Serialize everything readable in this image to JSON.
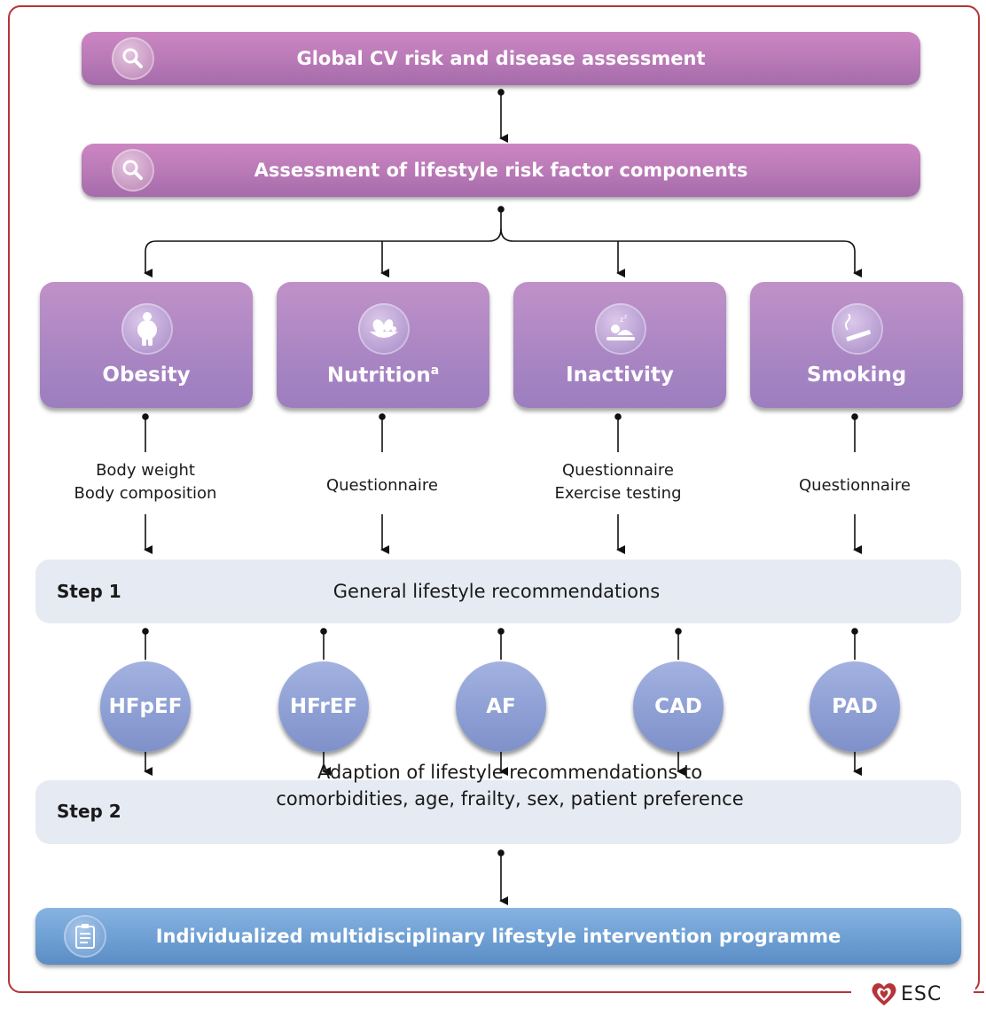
{
  "top": {
    "global_assessment": "Global CV risk and disease assessment",
    "lifestyle_assessment": "Assessment of lifestyle risk factor components",
    "search_icon": "search-icon"
  },
  "factors": [
    {
      "label": "Obesity",
      "icon": "obesity-icon"
    },
    {
      "label": "Nutrition",
      "sup": "a",
      "icon": "nutrition-icon"
    },
    {
      "label": "Inactivity",
      "icon": "inactivity-icon"
    },
    {
      "label": "Smoking",
      "icon": "smoking-icon"
    }
  ],
  "assessments": [
    {
      "line1": "Body weight",
      "line2": "Body composition"
    },
    {
      "line1": "Questionnaire",
      "line2": ""
    },
    {
      "line1": "Questionnaire",
      "line2": "Exercise testing"
    },
    {
      "line1": "Questionnaire",
      "line2": ""
    }
  ],
  "step1": {
    "label": "Step 1",
    "text": "General lifestyle recommendations"
  },
  "conditions": [
    "HFpEF",
    "HFrEF",
    "AF",
    "CAD",
    "PAD"
  ],
  "step2": {
    "label": "Step 2",
    "line1": "Adaption of lifestyle recommendations to",
    "line2": "comorbidities, age, frailty, sex, patient preference"
  },
  "programme": {
    "text": "Individualized multidisciplinary lifestyle intervention programme",
    "icon": "clipboard-icon"
  },
  "logo": {
    "text": "ESC",
    "icon": "heart-logo-icon",
    "color": "#b5343a"
  },
  "colors": {
    "purple": "#b879b6",
    "factor": "#a985c3",
    "condition": "#8e9fd4",
    "programme": "#6e9fd3",
    "step_bg": "#e6eaf3",
    "frame": "#b5343a"
  }
}
